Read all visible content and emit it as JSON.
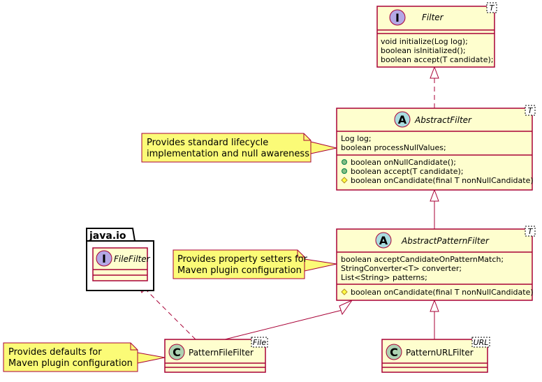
{
  "colors": {
    "class_fill": "#FEFECE",
    "border": "#A80036",
    "note_fill": "#FBFB77",
    "interface_badge": "#B4A7E5",
    "abstract_badge": "#A9DCDF",
    "class_badge": "#ADD1B2",
    "public_marker": "#84BE84",
    "protected_marker": "#FFFF44"
  },
  "package": {
    "name": "java.io"
  },
  "classes": {
    "filter": {
      "badge": "I",
      "name": "Filter",
      "generic": "T",
      "methods": [
        "void initialize(Log log);",
        "boolean isInitialized();",
        "boolean accept(T candidate);"
      ]
    },
    "abstract_filter": {
      "badge": "A",
      "name": "AbstractFilter",
      "generic": "T",
      "fields": [
        "Log log;",
        "boolean processNullValues;"
      ],
      "methods": [
        "boolean onNullCandidate();",
        "boolean accept(T candidate);",
        "boolean onCandidate(final T nonNullCandidate)"
      ]
    },
    "abstract_pattern_filter": {
      "badge": "A",
      "name": "AbstractPatternFilter",
      "generic": "T",
      "fields": [
        "boolean acceptCandidateOnPatternMatch;",
        "StringConverter<T> converter;",
        "List<String> patterns;"
      ],
      "methods": [
        "boolean onCandidate(final T nonNullCandidate)"
      ]
    },
    "file_filter": {
      "badge": "I",
      "name": "FileFilter"
    },
    "pattern_file_filter": {
      "badge": "C",
      "name": "PatternFileFilter",
      "generic": "File"
    },
    "pattern_url_filter": {
      "badge": "C",
      "name": "PatternURLFilter",
      "generic": "URL"
    }
  },
  "notes": {
    "lifecycle": [
      "Provides standard lifecycle",
      "implementation and null awareness"
    ],
    "setters": [
      "Provides property setters for",
      "Maven plugin configuration"
    ],
    "defaults": [
      "Provides defaults for",
      "Maven plugin configuration"
    ]
  }
}
